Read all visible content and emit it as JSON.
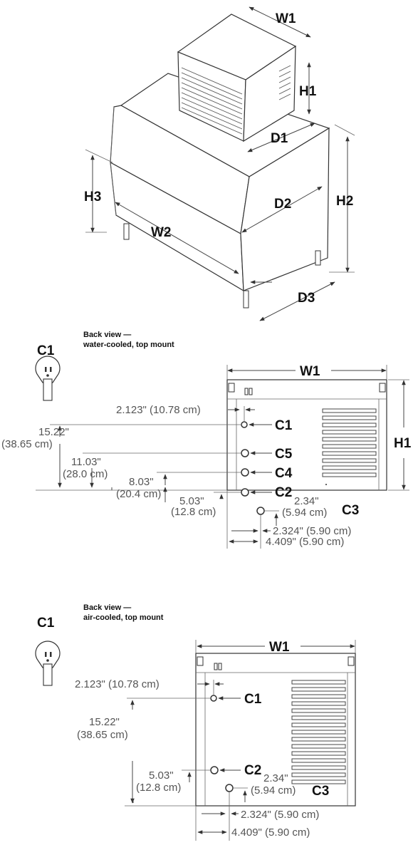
{
  "iso": {
    "labels": {
      "w1": "W1",
      "h1": "H1",
      "d1": "D1",
      "h3": "H3",
      "w2": "W2",
      "d2": "D2",
      "h2": "H2",
      "d3": "D3"
    }
  },
  "water": {
    "caption_line1": "Back view —",
    "caption_line2": "water-cooled, top mount",
    "c1_title": "C1",
    "w1": "W1",
    "h1": "H1",
    "c1": "C1",
    "c5": "C5",
    "c4": "C4",
    "c2": "C2",
    "c3": "C3",
    "d_2123": "2.123\" (10.78 cm)",
    "d_1522a": "15.22\"",
    "d_1522b": "(38.65 cm)",
    "d_1103a": "11.03\"",
    "d_1103b": "(28.0 cm)",
    "d_803a": "8.03\"",
    "d_803b": "(20.4 cm)",
    "d_503a": "5.03\"",
    "d_503b": "(12.8 cm)",
    "d_234a": "2.34\"",
    "d_234b": "(5.94 cm)",
    "d_2324": "2.324\" (5.90 cm)",
    "d_4409": "4.409\" (5.90 cm)"
  },
  "air": {
    "caption_line1": "Back view —",
    "caption_line2": "air-cooled, top mount",
    "c1_title": "C1",
    "w1": "W1",
    "c1": "C1",
    "c2": "C2",
    "c3": "C3",
    "d_2123": "2.123\" (10.78 cm)",
    "d_1522a": "15.22\"",
    "d_1522b": "(38.65 cm)",
    "d_503a": "5.03\"",
    "d_503b": "(12.8 cm)",
    "d_234a": "2.34\"",
    "d_234b": "(5.94 cm)",
    "d_2324": "2.324\" (5.90 cm)",
    "d_4409": "4.409\" (5.90 cm)"
  }
}
